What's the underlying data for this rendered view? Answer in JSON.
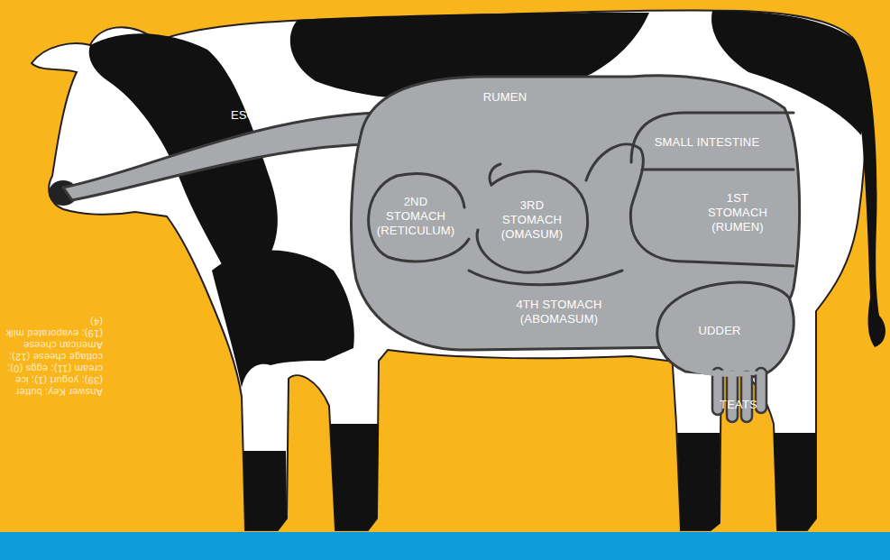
{
  "diagram": {
    "nodes": [
      {
        "text": [
          "2ND STOMACH (RETICULUM)"
        ]
      },
      {
        "text": [
          "3RD STOMACH (OMASUM)"
        ]
      },
      {
        "text": [
          "1ST STOMACH (RUMEN)"
        ]
      },
      {
        "text": [
          "4TH STOMACH (ABOMASUM)"
        ]
      }
    ],
    "labels": [
      "ESOPHAGUS",
      "RUMEN",
      "SMALL INTESTINE",
      "UDDER",
      "TEATS",
      "Answer Key: butter (39); yogurt (1); ice cream (11); eggs (0); cottage cheese (12); American cheese (19); evaporated milk (4)"
    ]
  }
}
